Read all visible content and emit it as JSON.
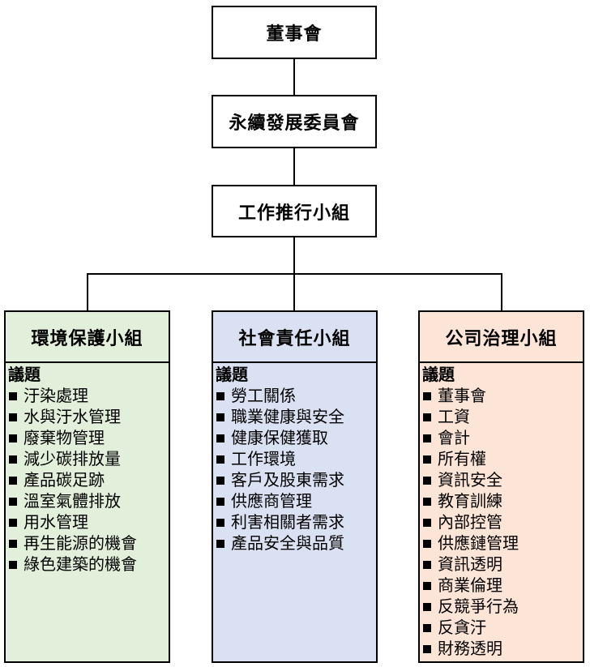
{
  "diagram": {
    "type": "org-chart",
    "line_color": "#000000",
    "top_nodes": [
      {
        "label": "董事會"
      },
      {
        "label": "永續發展委員會"
      },
      {
        "label": "工作推行小組"
      }
    ],
    "groups": [
      {
        "title": "環境保護小組",
        "fill_color": "#e2efda",
        "topics_header": "議題",
        "topics": [
          "汙染處理",
          "水與汙水管理",
          "廢棄物管理",
          "減少碳排放量",
          "產品碳足跡",
          "溫室氣體排放",
          "用水管理",
          "再生能源的機會",
          "綠色建築的機會"
        ]
      },
      {
        "title": "社會責任小組",
        "fill_color": "#dae1f2",
        "topics_header": "議題",
        "topics": [
          "勞工關係",
          "職業健康與安全",
          "健康保健獲取",
          "工作環境",
          "客戶及股東需求",
          "供應商管理",
          "利害相關者需求",
          "產品安全與品質"
        ]
      },
      {
        "title": "公司治理小組",
        "fill_color": "#fce4d6",
        "topics_header": "議題",
        "topics": [
          "董事會",
          "工資",
          "會計",
          "所有權",
          "資訊安全",
          "教育訓練",
          "內部控管",
          "供應鏈管理",
          "資訊透明",
          "商業倫理",
          "反競爭行為",
          "反貪汙",
          "財務透明"
        ]
      }
    ]
  }
}
